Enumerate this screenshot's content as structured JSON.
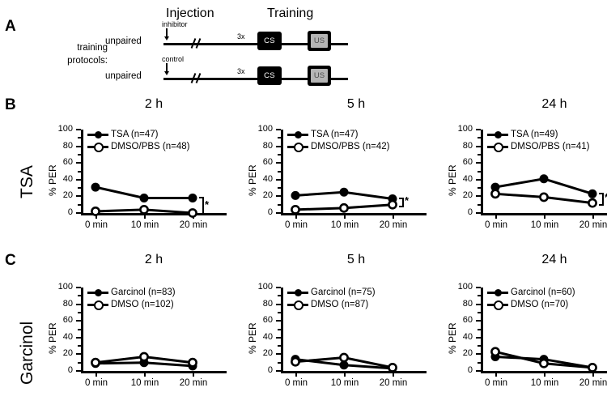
{
  "figure": {
    "panels": [
      {
        "letter": "A"
      },
      {
        "letter": "B"
      },
      {
        "letter": "C"
      }
    ]
  },
  "panelA": {
    "letter": "A",
    "header_injection": "Injection",
    "header_training": "Training",
    "row_label_line1": "training",
    "row_label_line2": "protocols:",
    "rows": [
      {
        "arrow_label": "inhibitor",
        "protocol": "unpaired",
        "repeat": "3x",
        "cs": "CS",
        "us": "US"
      },
      {
        "arrow_label": "control",
        "protocol": "unpaired",
        "repeat": "3x",
        "cs": "CS",
        "us": "US"
      }
    ]
  },
  "panelB": {
    "letter": "B",
    "row_label": "TSA",
    "column_titles": [
      "2 h",
      "5 h",
      "24 h"
    ],
    "charts": [
      {
        "chart_data": {
          "type": "line",
          "title": "2 h",
          "xlabel": "",
          "ylabel": "% PER",
          "categories": [
            "0 min",
            "10 min",
            "20 min"
          ],
          "ylim": [
            0,
            100
          ],
          "yticks": [
            0,
            20,
            40,
            60,
            80,
            100
          ],
          "grid": false,
          "legend_position": "top-left",
          "annotation": "*",
          "series": [
            {
              "name": "TSA (n=47)",
              "marker": "filled-circle",
              "values": [
                31,
                18,
                18
              ]
            },
            {
              "name": "DMSO/PBS (n=48)",
              "marker": "open-circle",
              "values": [
                2,
                4,
                0
              ]
            }
          ]
        }
      },
      {
        "chart_data": {
          "type": "line",
          "title": "5 h",
          "xlabel": "",
          "ylabel": "% PER",
          "categories": [
            "0 min",
            "10 min",
            "20 min"
          ],
          "ylim": [
            0,
            100
          ],
          "yticks": [
            0,
            20,
            40,
            60,
            80,
            100
          ],
          "grid": false,
          "legend_position": "top-left",
          "annotation": "*",
          "series": [
            {
              "name": "TSA (n=47)",
              "marker": "filled-circle",
              "values": [
                21,
                25,
                17
              ]
            },
            {
              "name": "DMSO/PBS (n=42)",
              "marker": "open-circle",
              "values": [
                4,
                6,
                10
              ]
            }
          ]
        }
      },
      {
        "chart_data": {
          "type": "line",
          "title": "24 h",
          "xlabel": "",
          "ylabel": "% PER",
          "categories": [
            "0 min",
            "10 min",
            "20 min"
          ],
          "ylim": [
            0,
            100
          ],
          "yticks": [
            0,
            20,
            40,
            60,
            80,
            100
          ],
          "grid": false,
          "legend_position": "top-left",
          "annotation": "*",
          "series": [
            {
              "name": "TSA (n=49)",
              "marker": "filled-circle",
              "values": [
                31,
                41,
                23
              ]
            },
            {
              "name": "DMSO/PBS (n=41)",
              "marker": "open-circle",
              "values": [
                23,
                19,
                12
              ]
            }
          ]
        }
      }
    ]
  },
  "panelC": {
    "letter": "C",
    "row_label": "Garcinol",
    "column_titles": [
      "2 h",
      "5 h",
      "24 h"
    ],
    "charts": [
      {
        "chart_data": {
          "type": "line",
          "title": "2 h",
          "xlabel": "",
          "ylabel": "% PER",
          "categories": [
            "0 min",
            "10 min",
            "20 min"
          ],
          "ylim": [
            0,
            100
          ],
          "yticks": [
            0,
            20,
            40,
            60,
            80,
            100
          ],
          "grid": false,
          "legend_position": "top-left",
          "annotation": "",
          "series": [
            {
              "name": "Garcinol (n=83)",
              "marker": "filled-circle",
              "values": [
                9,
                10,
                6
              ]
            },
            {
              "name": "DMSO (n=102)",
              "marker": "open-circle",
              "values": [
                10,
                17,
                10
              ]
            }
          ]
        }
      },
      {
        "chart_data": {
          "type": "line",
          "title": "5 h",
          "xlabel": "",
          "ylabel": "% PER",
          "categories": [
            "0 min",
            "10 min",
            "20 min"
          ],
          "ylim": [
            0,
            100
          ],
          "yticks": [
            0,
            20,
            40,
            60,
            80,
            100
          ],
          "grid": false,
          "legend_position": "top-left",
          "annotation": "",
          "series": [
            {
              "name": "Garcinol (n=75)",
              "marker": "filled-circle",
              "values": [
                14,
                7,
                3
              ]
            },
            {
              "name": "DMSO (n=87)",
              "marker": "open-circle",
              "values": [
                11,
                16,
                4
              ]
            }
          ]
        }
      },
      {
        "chart_data": {
          "type": "line",
          "title": "24 h",
          "xlabel": "",
          "ylabel": "% PER",
          "categories": [
            "0 min",
            "10 min",
            "20 min"
          ],
          "ylim": [
            0,
            100
          ],
          "yticks": [
            0,
            20,
            40,
            60,
            80,
            100
          ],
          "grid": false,
          "legend_position": "top-left",
          "annotation": "",
          "series": [
            {
              "name": "Garcinol (n=60)",
              "marker": "filled-circle",
              "values": [
                17,
                14,
                4
              ]
            },
            {
              "name": "DMSO (n=70)",
              "marker": "open-circle",
              "values": [
                23,
                9,
                4
              ]
            }
          ]
        }
      }
    ]
  },
  "colors": {
    "ink": "#000000",
    "background": "#ffffff",
    "us_fill": "#b4b4b4",
    "us_text": "#4d4d4d"
  }
}
